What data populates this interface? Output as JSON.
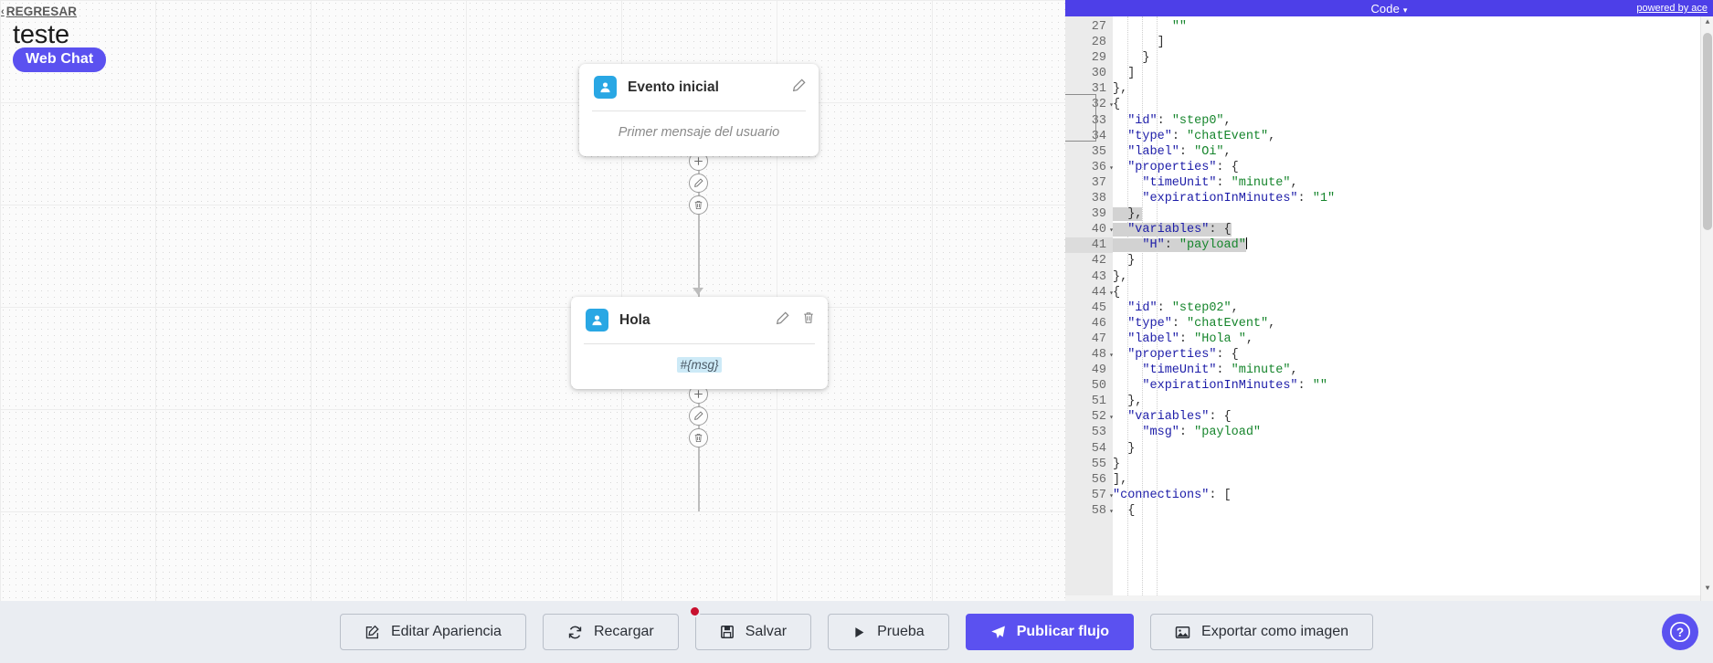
{
  "header": {
    "back_label": "REGRESAR",
    "back_caret": "‹",
    "flow_title": "teste",
    "channel_badge": "Web Chat"
  },
  "canvas": {
    "nodes": [
      {
        "id": "node-initial",
        "title": "Evento inicial",
        "avatar_icon": "user-avatar-icon",
        "placeholder": "Primer mensaje del usuario",
        "has_delete": false,
        "edit_icon": "pencil-icon"
      },
      {
        "id": "node-hola",
        "title": "Hola",
        "avatar_icon": "user-avatar-icon",
        "token": "#{msg}",
        "has_delete": true,
        "edit_icon": "pencil-icon",
        "delete_icon": "trash-icon"
      }
    ],
    "edge_tools": [
      {
        "add": "add-icon",
        "edit": "pencil-icon",
        "delete": "trash-icon"
      },
      {
        "add": "add-icon",
        "edit": "pencil-icon",
        "delete": "trash-icon"
      }
    ]
  },
  "code_panel": {
    "header_title": "Code",
    "header_caret": "▾",
    "ace_credit": "powered by ace",
    "first_line_number": 27,
    "active_line": 41,
    "selected_lines": [
      39,
      40,
      41
    ],
    "fold_lines": [
      32,
      36,
      40,
      44,
      48,
      52,
      57,
      58
    ],
    "lines": [
      {
        "n": 27,
        "text": "        \"\""
      },
      {
        "n": 28,
        "text": "      ]"
      },
      {
        "n": 29,
        "text": "    }"
      },
      {
        "n": 30,
        "text": "  ]"
      },
      {
        "n": 31,
        "text": "},"
      },
      {
        "n": 32,
        "text": "{"
      },
      {
        "n": 33,
        "text": "  \"id\": \"step0\","
      },
      {
        "n": 34,
        "text": "  \"type\": \"chatEvent\","
      },
      {
        "n": 35,
        "text": "  \"label\": \"Oi\","
      },
      {
        "n": 36,
        "text": "  \"properties\": {"
      },
      {
        "n": 37,
        "text": "    \"timeUnit\": \"minute\","
      },
      {
        "n": 38,
        "text": "    \"expirationInMinutes\": \"1\""
      },
      {
        "n": 39,
        "text": "  },"
      },
      {
        "n": 40,
        "text": "  \"variables\": {"
      },
      {
        "n": 41,
        "text": "    \"H\": \"payload\""
      },
      {
        "n": 42,
        "text": "  }"
      },
      {
        "n": 43,
        "text": "},"
      },
      {
        "n": 44,
        "text": "{"
      },
      {
        "n": 45,
        "text": "  \"id\": \"step02\","
      },
      {
        "n": 46,
        "text": "  \"type\": \"chatEvent\","
      },
      {
        "n": 47,
        "text": "  \"label\": \"Hola \","
      },
      {
        "n": 48,
        "text": "  \"properties\": {"
      },
      {
        "n": 49,
        "text": "    \"timeUnit\": \"minute\","
      },
      {
        "n": 50,
        "text": "    \"expirationInMinutes\": \"\""
      },
      {
        "n": 51,
        "text": "  },"
      },
      {
        "n": 52,
        "text": "  \"variables\": {"
      },
      {
        "n": 53,
        "text": "    \"msg\": \"payload\""
      },
      {
        "n": 54,
        "text": "  }"
      },
      {
        "n": 55,
        "text": "}"
      },
      {
        "n": 56,
        "text": "],"
      },
      {
        "n": 57,
        "text": "\"connections\": ["
      },
      {
        "n": 58,
        "text": "  {"
      }
    ]
  },
  "toolbar": {
    "buttons": [
      {
        "id": "edit-appearance",
        "label": "Editar Apariencia",
        "icon": "pencil-square-icon",
        "primary": false,
        "badge": false
      },
      {
        "id": "reload",
        "label": "Recargar",
        "icon": "refresh-icon",
        "primary": false,
        "badge": false
      },
      {
        "id": "save",
        "label": "Salvar",
        "icon": "save-icon",
        "primary": false,
        "badge": true
      },
      {
        "id": "test",
        "label": "Prueba",
        "icon": "play-icon",
        "primary": false,
        "badge": false
      },
      {
        "id": "publish",
        "label": "Publicar flujo",
        "icon": "send-icon",
        "primary": true,
        "badge": false
      },
      {
        "id": "export-image",
        "label": "Exportar como imagen",
        "icon": "image-icon",
        "primary": false,
        "badge": false
      }
    ],
    "help_label": "?"
  },
  "colors": {
    "brand": "#5b51f0",
    "code_header": "#4d3fe8",
    "avatar": "#29a7e4",
    "token_bg": "#cdeaf7",
    "badge_red": "#c8102e",
    "toolbar_bg": "#eaedf2"
  }
}
